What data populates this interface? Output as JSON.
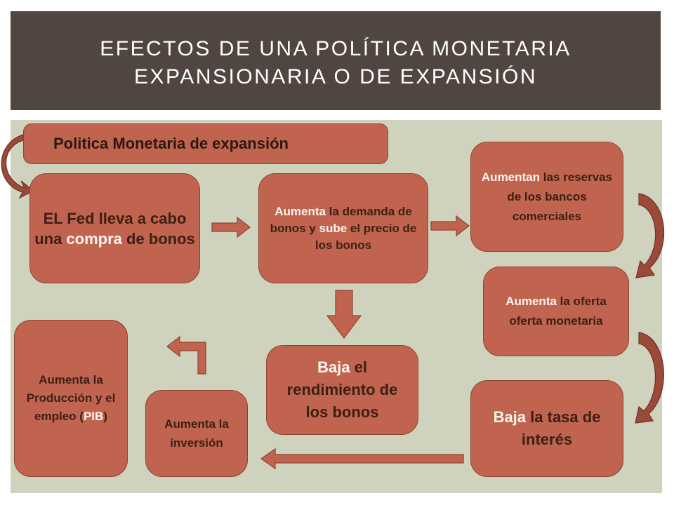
{
  "title": {
    "line1": "EFECTOS DE UNA POLÍTICA MONETARIA",
    "line2": "EXPANSIONARIA O DE EXPANSIÓN"
  },
  "header_box": "Politica Monetaria de expansión",
  "nodes": {
    "fed": {
      "part1": "EL Fed lleva a cabo una ",
      "part2": "compra",
      "part3": " de bonos"
    },
    "demanda": {
      "part1": "Aumenta",
      "part2": " la demanda de bonos y ",
      "part3": "sube",
      "part4": " el precio de los bonos"
    },
    "reservas": {
      "part1": "Aumentan",
      "part2": " las reservas de los bancos comerciales"
    },
    "oferta": {
      "part1": "Aumenta",
      "part2": " la oferta oferta monetaria"
    },
    "tasa": {
      "part1": "Baja",
      "part2": " la tasa de interés"
    },
    "rendimiento": {
      "part1": "Baja",
      "part2": " el rendimiento de los bonos"
    },
    "inversion": {
      "part1": "Aumenta la inversión"
    },
    "produccion": {
      "part1": "Aumenta la Producción y el empleo (",
      "part2": "PIB",
      "part3": ")"
    }
  },
  "colors": {
    "title_bg": "#504541",
    "content_bg": "#cfd3bd",
    "box_fill": "#c0644f",
    "box_border": "#8c4332",
    "arrow_fill": "#c0644f",
    "curved_arrow_fill": "#9b4a3a"
  }
}
